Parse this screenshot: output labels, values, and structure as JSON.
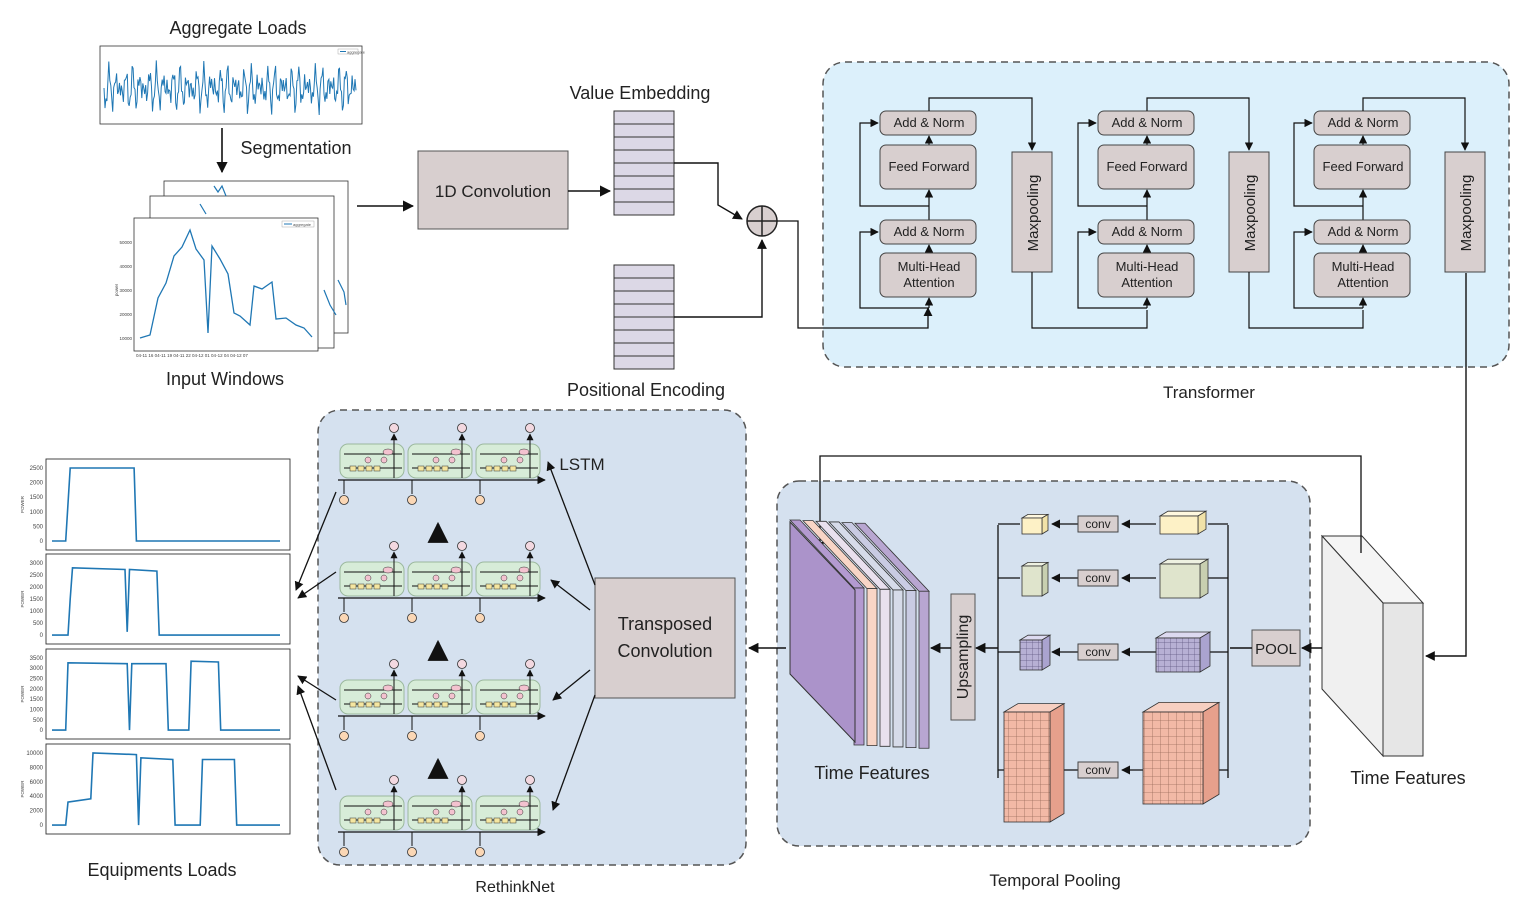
{
  "labels": {
    "aggregate_loads": "Aggregate Loads",
    "segmentation": "Segmentation",
    "input_windows": "Input Windows",
    "conv1d": "1D Convolution",
    "value_embedding": "Value Embedding",
    "positional_encoding": "Positional Encoding",
    "transformer": "Transformer",
    "add_norm": "Add & Norm",
    "feed_forward": "Feed Forward",
    "mha_line1": "Multi-Head",
    "mha_line2": "Attention",
    "maxpooling": "Maxpooling",
    "time_features_right": "Time Features",
    "time_features_left": "Time Features",
    "temporal_pooling": "Temporal Pooling",
    "pool": "POOL",
    "conv": "conv",
    "upsampling": "Upsampling",
    "transposed_line1": "Transposed",
    "transposed_line2": "Convolution",
    "lstm": "LSTM",
    "rethinknet": "RethinkNet",
    "equipments_loads": "Equipments Loads"
  },
  "mini_charts": {
    "aggregate_legend": "aggregate",
    "window_legend": "aggregate",
    "window_yticks": [
      "50000",
      "40000",
      "30000",
      "20000",
      "10000"
    ],
    "window_ylabel": "power",
    "window_xticks": "04-11 16  04-11 19  04-11 22  04-12 01  04-12 04  04-12 07",
    "equip_ylabel": "POWER",
    "equip_yticks": [
      [
        "2500",
        "2000",
        "1500",
        "1000",
        "500",
        "0"
      ],
      [
        "3000",
        "2500",
        "2000",
        "1500",
        "1000",
        "500",
        "0"
      ],
      [
        "3500",
        "3000",
        "2500",
        "2000",
        "1500",
        "1000",
        "500",
        "0"
      ],
      [
        "10000",
        "8000",
        "6000",
        "4000",
        "2000",
        "0"
      ]
    ]
  },
  "colors": {
    "transformer_bg": "#dcf0fb",
    "lower_bg": "#d5e1ef",
    "block_fill": "#d8cfcf",
    "line_color": "#1f77b4",
    "embed_fill": "#dcd8e6"
  }
}
